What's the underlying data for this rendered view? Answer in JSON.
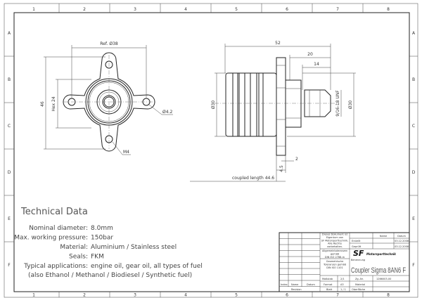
{
  "frame": {
    "columns": [
      "1",
      "2",
      "3",
      "4",
      "5",
      "6",
      "7",
      "8"
    ],
    "rows": [
      "A",
      "B",
      "C",
      "D",
      "E",
      "F"
    ]
  },
  "front_view": {
    "ref_dia": "Ref. Ø38",
    "height": "46",
    "hex": "Hex 24",
    "hole": "Ø4.2",
    "thread": "M4"
  },
  "side_view": {
    "length": "52",
    "d20": "20",
    "d14": "14",
    "dia_left": "Ø30",
    "dia_right": "Ø30",
    "thread": "9/16-18 UNF",
    "d2": "2",
    "d45": "4.5",
    "coupled": "coupled length 44.6"
  },
  "tech": {
    "title": "Technical Data",
    "rows": [
      {
        "label": "Nominal diameter:",
        "value": "8.0mm"
      },
      {
        "label": "Max. working pressure:",
        "value": "150bar"
      },
      {
        "label": "Material:",
        "value": "Aluminium / Stainless steel"
      },
      {
        "label": "Seals:",
        "value": "FKM"
      },
      {
        "label": "Typical applications:",
        "value": "engine oil, gear oil, all types of fuel"
      }
    ],
    "note": "(also Ethanol / Methanol / Biodiesel / Synthetic fuel)"
  },
  "title_block": {
    "ownership": [
      "Dieses Dokument ist",
      "Eigentum von",
      "SF Motorsporttechnik.",
      "Alle Rechte",
      "vorbehalten."
    ],
    "general_tol": [
      "Allgemeintoleranzen",
      "gemäß",
      "DIN ISO 2768-m"
    ],
    "geo_tol": [
      "Geometrische",
      "Toleranzen gemäß",
      "DIN ISO 1101"
    ],
    "name_h": "Name",
    "datum_h": "Datum",
    "erstellt": "Erstellt",
    "erstellt_date": "03.12.2008",
    "geprueft": "Geprüft",
    "geprueft_date": "03.12.2008",
    "logo": "SF",
    "logo_text": "Motorsporttechnik",
    "benennung": "Benennung",
    "part_name": "Coupler Sigma 8AN6 F",
    "massstab": "Maßstab",
    "scale": "2/1",
    "zgnr": "Zg.-Nr.",
    "drawing_no": "1266003-00",
    "format": "Format",
    "format_val": "A3",
    "material": "Material",
    "blatt": "Blatt",
    "sheet": "1 / 1",
    "oberflaeche": "Oberfläche",
    "index": "Index",
    "name": "Name",
    "datum": "Datum",
    "revision": "Revision"
  }
}
